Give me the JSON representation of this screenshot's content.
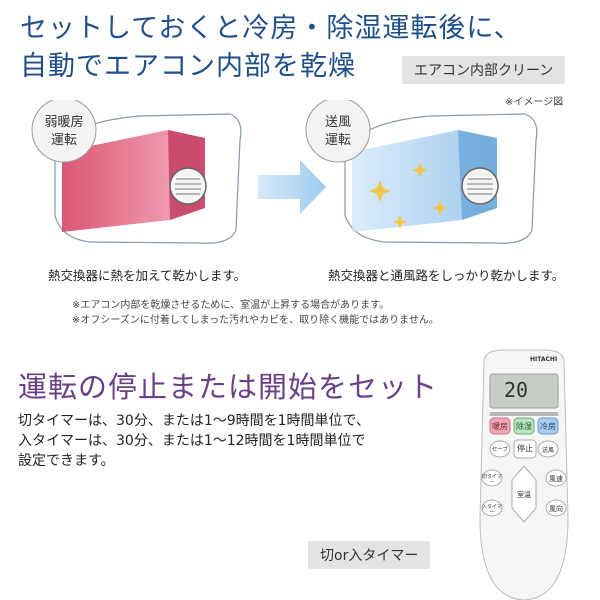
{
  "section1": {
    "headline_line1": "セットしておくと冷房・除湿運転後に、",
    "headline_line2": "自動でエアコン内部を乾燥",
    "badge": "エアコン内部クリーン",
    "image_note": "※イメージ図",
    "mode_heat_line1": "弱暖房",
    "mode_heat_line2": "運転",
    "mode_fan_line1": "送風",
    "mode_fan_line2": "運転",
    "caption_left": "熱交換器に熱を加えて乾かします。",
    "caption_right": "熱交換器と通風路をしっかり乾かします。",
    "note1": "※エアコン内部を乾燥させるために、室温が上昇する場合があります。",
    "note2": "※オフシーズンに付着してしまった汚れやカビを、取り除く機能ではありません。"
  },
  "section2": {
    "headline": "運転の停止または開始をセット",
    "para_line1": "切タイマーは、30分、または1〜9時間を1時間単位で、",
    "para_line2": "入タイマーは、30分、または1〜12時間を1時間単位で",
    "para_line3": "設定できます。",
    "timer_badge": "切or入タイマー"
  },
  "remote": {
    "brand": "HITACHI",
    "display_temp": "20",
    "btn_heat": "暖房",
    "btn_dry": "除湿",
    "btn_cool": "冷房",
    "btn_save": "セーブ",
    "btn_stop": "停止",
    "btn_fan_mode": "送風",
    "btn_off_timer": "切タイマー",
    "btn_on_timer": "入タイマー",
    "btn_temp": "室温",
    "btn_airflow": "風速",
    "btn_direction": "風向"
  },
  "colors": {
    "headline_blue": "#1f4f8a",
    "headline_purple": "#6b3f86",
    "heat_red": "#d8486a",
    "fan_blue": "#7fb7e6"
  }
}
